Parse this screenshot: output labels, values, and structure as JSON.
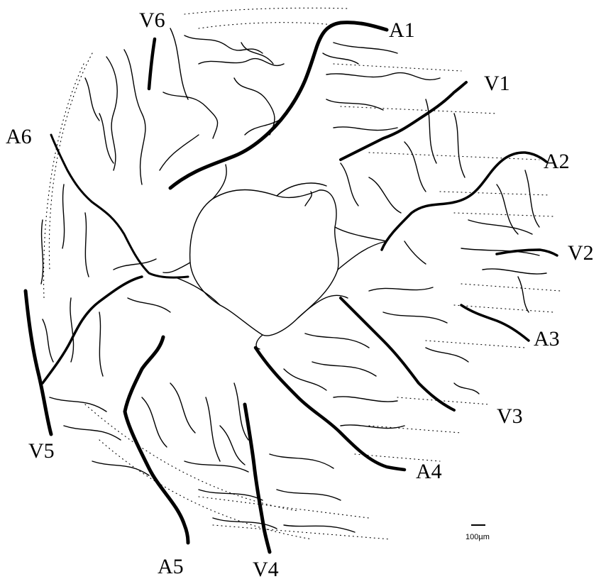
{
  "labels": {
    "A1": "A1",
    "A2": "A2",
    "A3": "A3",
    "A4": "A4",
    "A5": "A5",
    "A6": "A6",
    "V1": "V1",
    "V2": "V2",
    "V3": "V3",
    "V4": "V4",
    "V5": "V5",
    "V6": "V6"
  },
  "scale_bar": {
    "text": "100µm"
  },
  "colors": {
    "ink": "#000000",
    "background": "#ffffff"
  }
}
